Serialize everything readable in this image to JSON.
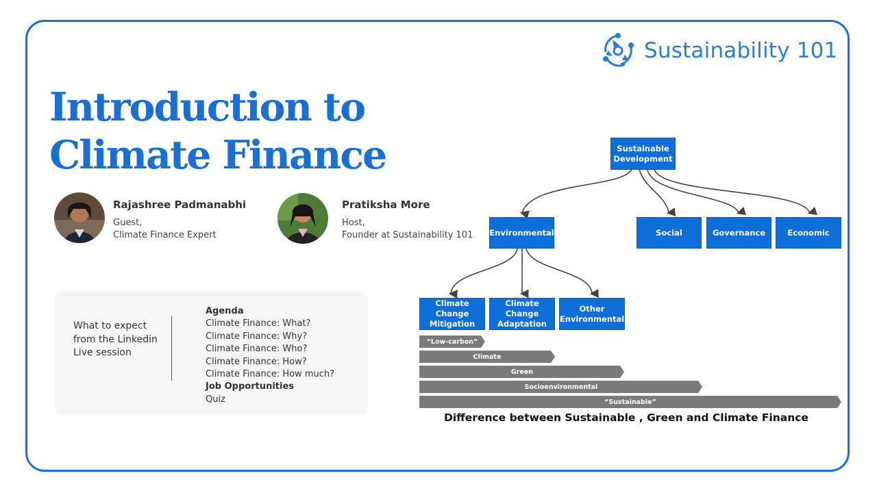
{
  "brand": {
    "name": "Sustainability 101"
  },
  "title": "Introduction to Climate Finance",
  "speakers": [
    {
      "name": "Rajashree Padmanabhi",
      "role_line1": "Guest,",
      "role_line2": "Climate Finance Expert"
    },
    {
      "name": "Pratiksha More",
      "role_line1": "Host,",
      "role_line2": "Founder at Sustainability 101"
    }
  ],
  "agenda": {
    "expect_text": "What to expect from the Linkedin Live session",
    "heading": "Agenda",
    "items": [
      "Climate Finance: What?",
      "Climate Finance: Why?",
      "Climate Finance: Who?",
      "Climate Finance: How?",
      "Climate Finance: How much?"
    ],
    "job": "Job Opportunities",
    "quiz": "Quiz"
  },
  "diagram": {
    "root": "Sustainable Development",
    "level1": [
      "Environmental",
      "Social",
      "Governance",
      "Economic"
    ],
    "level2": [
      "Climate Change Mitigation",
      "Climate Change Adaptation",
      "Other Environmental"
    ],
    "bars": [
      "“Low-carbon”",
      "Climate",
      "Green",
      "Socioenvironmental",
      "“Sustainable”"
    ],
    "caption": "Difference between Sustainable , Green and Climate Finance"
  },
  "colors": {
    "accent": "#1a6fd6",
    "node": "#0f6fd8",
    "bar": "#7a7a7a"
  }
}
